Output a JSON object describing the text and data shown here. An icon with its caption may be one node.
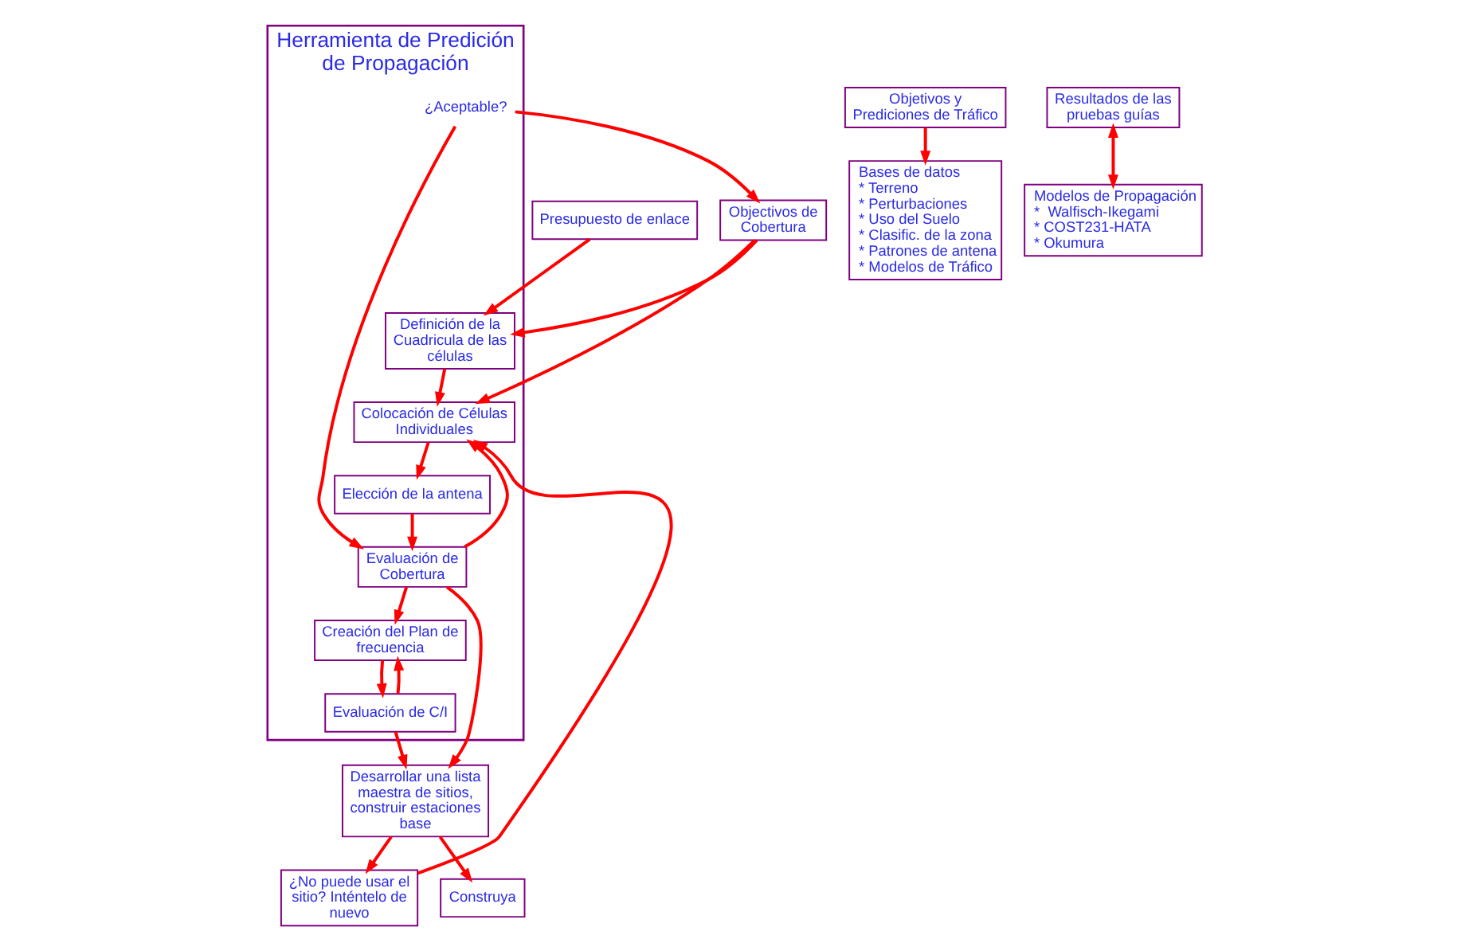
{
  "diagram": {
    "nodes": [
      {
        "text": [
          "Herramienta de Predición de Propagación"
        ]
      },
      {
        "text": [
          "Presupuesto de enlace"
        ]
      },
      {
        "text": [
          "Definición de la Cuadricula de las células"
        ],
        "in": 0
      },
      {
        "text": [
          "Objectivos de Cobertura"
        ]
      },
      {
        "text": [
          "Colocación de Células Individuales"
        ],
        "in": 0
      },
      {
        "text": [
          "¿No puede usar el sitio? Inténtelo de nuevo"
        ]
      },
      {
        "text": [
          "Bases de datos",
          "* Terreno",
          "* Perturbaciones",
          "* Uso del Suelo",
          "* Clasific. de la zona",
          "* Patrones de antena",
          "* Modelos de Tráfico"
        ]
      },
      {
        "text": [
          "Elección de la antena"
        ],
        "in": 0
      },
      {
        "text": [
          "Desarrollar una lista maestra de sitios, construir estaciones base"
        ]
      },
      {
        "text": [
          "Creación del Plan de frecuencia"
        ],
        "in": 0
      },
      {
        "text": [
          "Evaluación de Cobertura"
        ],
        "in": 0
      },
      {
        "text": [
          "Objetivos y Prediciones de Tráfico"
        ]
      },
      {
        "text": [
          "Evaluación de C/I"
        ],
        "in": 0
      },
      {
        "text": [
          "Modelos de Propagación",
          "*  Walfisch-Ikegami",
          "* COST231-HATA",
          "* Okumura"
        ]
      },
      {
        "text": [
          "Construya"
        ]
      },
      {
        "text": [
          "Resultados de las pruebas guías"
        ]
      },
      {
        "text": [
          "¿Aceptable?"
        ],
        "in": 0
      }
    ],
    "edges": [
      {
        "from": 1,
        "to": 2,
        "arrow": "to"
      },
      {
        "from": 3,
        "to": 2,
        "arrow": "to"
      },
      {
        "from": 3,
        "to": 4,
        "arrow": "to"
      },
      {
        "from": 2,
        "to": 4,
        "arrow": "to"
      },
      {
        "from": 5,
        "to": 4,
        "arrow": "to"
      },
      {
        "from": 4,
        "to": 7,
        "arrow": "to"
      },
      {
        "from": 7,
        "to": 10,
        "arrow": "to"
      },
      {
        "from": 10,
        "to": 9,
        "arrow": "to"
      },
      {
        "from": 10,
        "to": 4,
        "arrow": "to"
      },
      {
        "from": 12,
        "to": 9,
        "arrow": "to"
      },
      {
        "from": 9,
        "to": 12,
        "arrow": "to"
      },
      {
        "from": 10,
        "to": 8,
        "arrow": "to"
      },
      {
        "from": 12,
        "to": 8,
        "arrow": "to"
      },
      {
        "from": 8,
        "to": 5,
        "arrow": "to"
      },
      {
        "from": 8,
        "to": 14,
        "arrow": "to"
      },
      {
        "from": 11,
        "to": 6,
        "arrow": "to"
      },
      {
        "from": 15,
        "to": 13,
        "arrow": "both"
      },
      {
        "from": 16,
        "to": 10,
        "arrow": "to"
      },
      {
        "from": 16,
        "to": 3,
        "arrow": "to"
      }
    ]
  }
}
